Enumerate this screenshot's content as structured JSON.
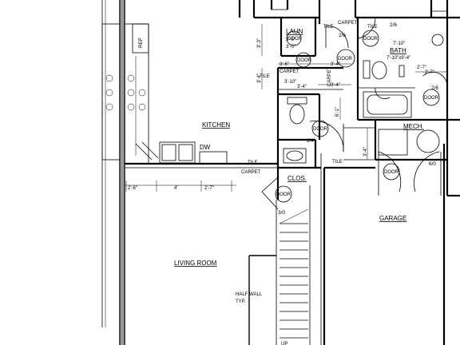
{
  "rooms": {
    "kitchen": "KITCHEN",
    "living_room": "LIVING ROOM",
    "garage": "GARAGE",
    "laundry": "LAUN",
    "bath": "BATH",
    "mechanical": "MECH.",
    "closet": "CLOS."
  },
  "fixtures": {
    "refrigerator": "REF",
    "dishwasher": "DW",
    "laundry_line_1": "3'-6\"",
    "laundry_line_2": "3'-0\"",
    "half_wall_1": "HALF WALL",
    "half_wall_2": "TYP."
  },
  "flooring": {
    "tile_kitchen": "TILE",
    "carpet_kitchen": "CARPET",
    "tile_hall": "TILE",
    "carpet_hall": "CARPET",
    "tile_bath": "TILE",
    "carpet_top": "CARPET",
    "tile_laun": "TILE",
    "tile_closet": "TILE",
    "carpet_vert": "CARPET"
  },
  "door_tag": "DOOR",
  "door_sizes": {
    "laun_door": "2/6",
    "bath_door": "2/6",
    "bath_side_door": "2/6",
    "hall_door": "2/4",
    "closet_door": "3/0",
    "garage_door": "6/0"
  },
  "dimensions": {
    "bath_size": "7'-10\"x9'-4\"",
    "bath_width": "7'-10\"",
    "bath_side": "2'-7\"",
    "hall_1": "3'-4\"",
    "hall_2": "3'-4\"",
    "hall_3": "3'-4\"",
    "laun_side": "3'-3\"",
    "hall_vert": "3'-4\"",
    "lobby_1": "3'-6\"",
    "lobby_2": "3'-10\"",
    "mech_dim": "3'-4\"",
    "closet_dim": "6'-1\"",
    "bath_side_2": "2'-7\"",
    "counter_1": "2'-6\"",
    "counter_2": "4'",
    "counter_3": "2'-7\"",
    "stair_label": "UP"
  }
}
